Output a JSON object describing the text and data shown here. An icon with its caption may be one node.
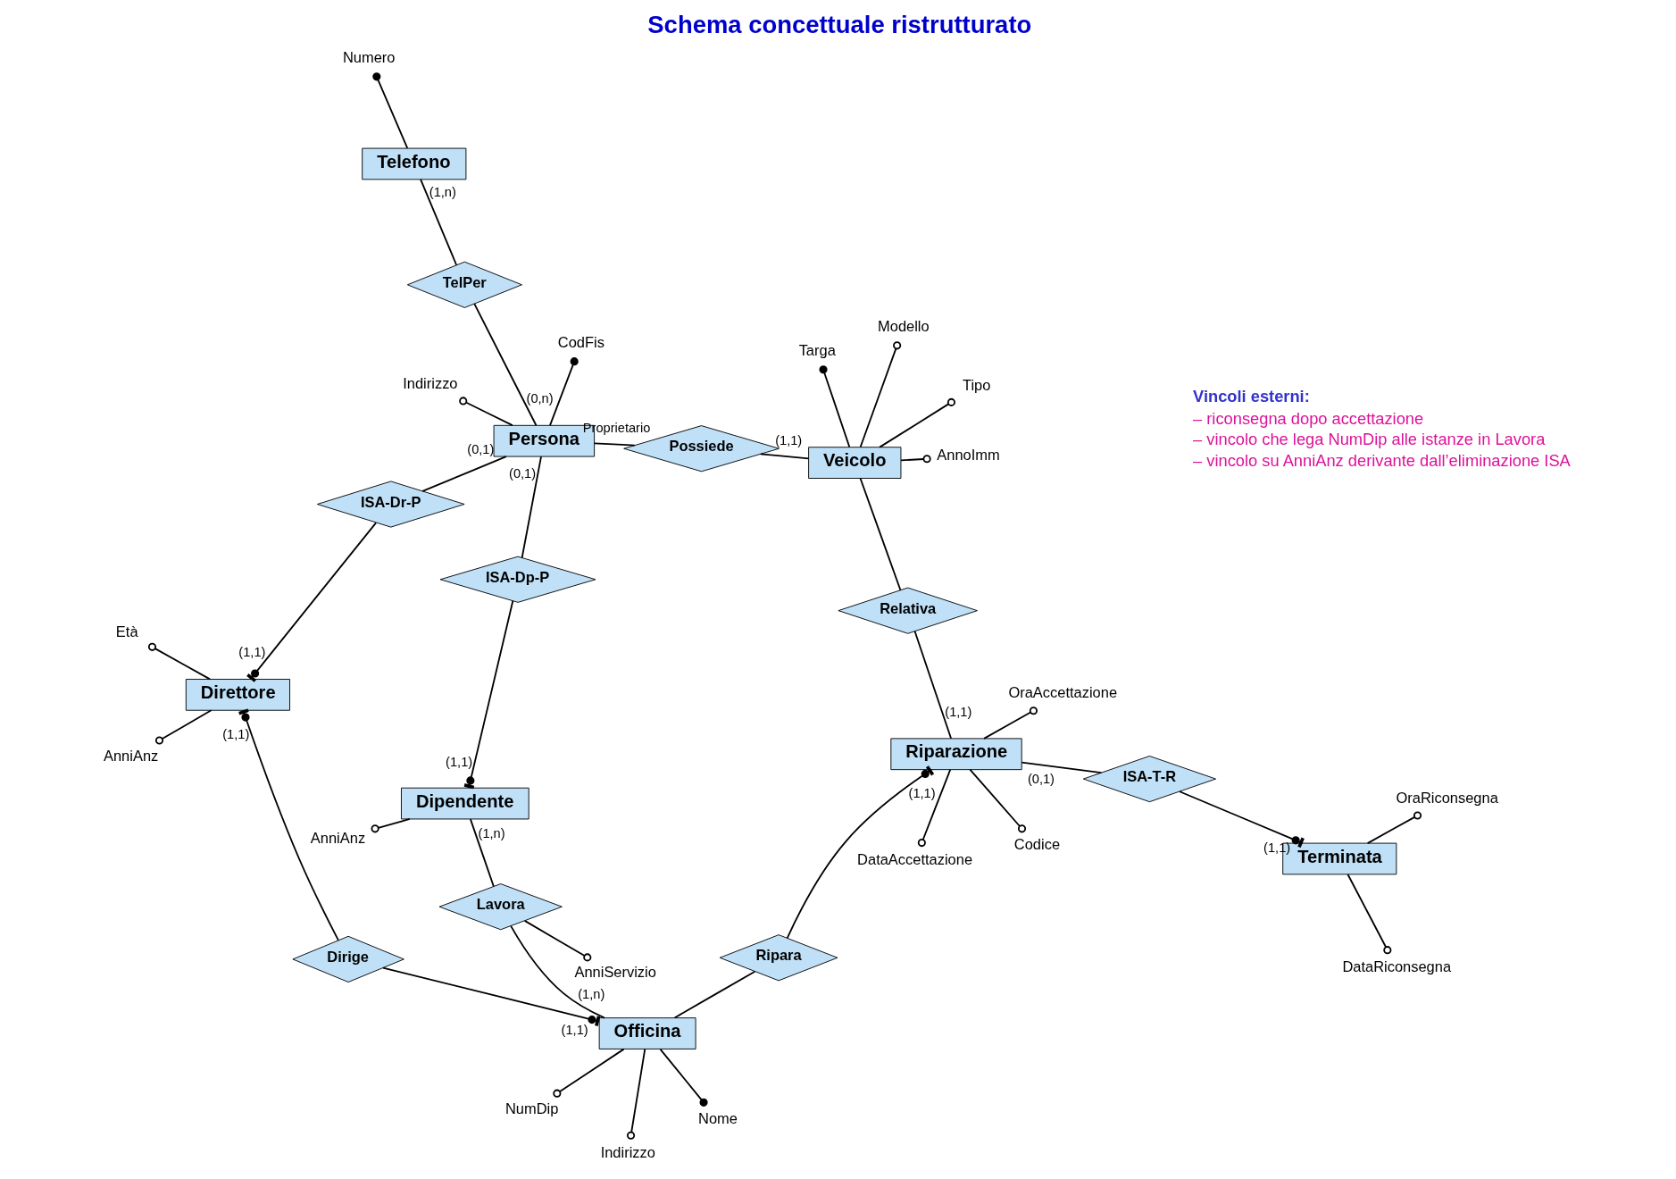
{
  "diagram": {
    "title": "Schema concettuale ristrutturato",
    "nodes": [
      {
        "text": [
          "Officina"
        ]
      },
      {
        "text": [
          "Dirige"
        ]
      },
      {
        "text": [
          "Persona"
        ]
      },
      {
        "text": [
          "TelPer"
        ]
      },
      {
        "text": [
          "Telefono"
        ]
      },
      {
        "text": [
          "Direttore"
        ]
      },
      {
        "text": [
          "ISA-Dr-P"
        ]
      },
      {
        "text": [
          "ISA-Dp-P"
        ]
      },
      {
        "text": [
          "Dipendente"
        ]
      },
      {
        "text": [
          "Lavora"
        ]
      },
      {
        "text": [
          "Ripara"
        ]
      },
      {
        "text": [
          "Riparazione"
        ]
      },
      {
        "text": [
          "ISA-T-R"
        ]
      },
      {
        "text": [
          "Terminata"
        ]
      },
      {
        "text": [
          "Relativa"
        ]
      },
      {
        "text": [
          "Veicolo"
        ]
      },
      {
        "text": [
          "Possiede"
        ]
      },
      {
        "text": [
          "NumDip"
        ]
      },
      {
        "text": [
          "Nome"
        ]
      },
      {
        "text": [
          "Indirizzo"
        ]
      },
      {
        "text": [
          "Numero"
        ]
      },
      {
        "text": [
          "Indirizzo"
        ]
      },
      {
        "text": [
          "CodFis"
        ]
      },
      {
        "text": [
          "Età"
        ]
      },
      {
        "text": [
          "AnniAnz"
        ]
      },
      {
        "text": [
          "AnniServizio"
        ]
      },
      {
        "text": [
          "AnniAnz"
        ]
      },
      {
        "text": [
          "Codice"
        ]
      },
      {
        "text": [
          "OraAccettazione"
        ]
      },
      {
        "text": [
          "DataAccettazione"
        ]
      },
      {
        "text": [
          "OraRiconsegna"
        ]
      },
      {
        "text": [
          "DataRiconsegna"
        ]
      },
      {
        "text": [
          "Targa"
        ]
      },
      {
        "text": [
          "Modello"
        ]
      },
      {
        "text": [
          "Tipo"
        ]
      },
      {
        "text": [
          "AnnoImm"
        ]
      }
    ],
    "edges": [
      {
        "from": 0,
        "to": 1,
        "arrow": "other",
        "label": "(1,1)"
      },
      {
        "from": 5,
        "to": 1,
        "arrow": "other",
        "label": "(1,1)"
      },
      {
        "from": 4,
        "to": 3,
        "arrow": "none",
        "label": "(1,n)"
      },
      {
        "from": 2,
        "to": 3,
        "arrow": "none",
        "label": "(0,n)"
      },
      {
        "from": 2,
        "to": 16,
        "arrow": "none",
        "label": "Proprietario"
      },
      {
        "from": 2,
        "to": 6,
        "arrow": "none",
        "label": "(0,1)"
      },
      {
        "from": 5,
        "to": 6,
        "arrow": "other",
        "label": "(1,1)"
      },
      {
        "from": 2,
        "to": 7,
        "arrow": "none",
        "label": "(0,1)"
      },
      {
        "from": 8,
        "to": 7,
        "arrow": "other",
        "label": "(1,1)"
      },
      {
        "from": 0,
        "to": 9,
        "arrow": "none",
        "label": "(1,n)"
      },
      {
        "from": 8,
        "to": 9,
        "arrow": "none",
        "label": "(1,n)"
      },
      {
        "from": 0,
        "to": 10,
        "arrow": "none"
      },
      {
        "from": 11,
        "to": 10,
        "arrow": "other",
        "label": "(1,1)"
      },
      {
        "from": 11,
        "to": 12,
        "arrow": "none",
        "label": "(0,1)"
      },
      {
        "from": 13,
        "to": 12,
        "arrow": "other",
        "label": "(1,1)"
      },
      {
        "from": 11,
        "to": 14,
        "arrow": "none",
        "label": "(1,1)"
      },
      {
        "from": 15,
        "to": 14,
        "arrow": "none"
      },
      {
        "from": 15,
        "to": 16,
        "arrow": "none",
        "label": "(1,1)"
      },
      {
        "from": 0,
        "to": 17,
        "arrow": "other"
      },
      {
        "from": 0,
        "to": 18,
        "arrow": "other"
      },
      {
        "from": 0,
        "to": 19,
        "arrow": "other"
      },
      {
        "from": 4,
        "to": 20,
        "arrow": "other"
      },
      {
        "from": 2,
        "to": 21,
        "arrow": "other"
      },
      {
        "from": 2,
        "to": 22,
        "arrow": "other"
      },
      {
        "from": 5,
        "to": 23,
        "arrow": "other"
      },
      {
        "from": 5,
        "to": 24,
        "arrow": "other"
      },
      {
        "from": 9,
        "to": 25,
        "arrow": "other"
      },
      {
        "from": 8,
        "to": 26,
        "arrow": "other"
      },
      {
        "from": 11,
        "to": 27,
        "arrow": "other"
      },
      {
        "from": 11,
        "to": 28,
        "arrow": "other"
      },
      {
        "from": 11,
        "to": 29,
        "arrow": "other"
      },
      {
        "from": 13,
        "to": 30,
        "arrow": "other"
      },
      {
        "from": 13,
        "to": 31,
        "arrow": "other"
      },
      {
        "from": 15,
        "to": 32,
        "arrow": "other"
      },
      {
        "from": 15,
        "to": 33,
        "arrow": "other"
      },
      {
        "from": 15,
        "to": 34,
        "arrow": "other"
      },
      {
        "from": 15,
        "to": 35,
        "arrow": "other"
      }
    ],
    "labels": [
      "Vincoli esterni:",
      "– riconsegna dopo accettazione",
      "– vincolo che lega NumDip alle istanze in Lavora",
      "– vincolo su AnniAnz derivante dall’eliminazione ISA"
    ]
  }
}
